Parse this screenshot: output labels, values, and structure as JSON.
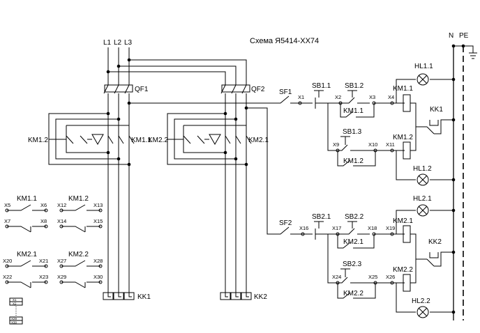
{
  "title": "Схема Я5414-ХХ74",
  "phases": [
    "L1",
    "L2",
    "L3"
  ],
  "neutral": "N",
  "protective_earth": "PE",
  "breakers": {
    "power_1": "QF1",
    "power_2": "QF2",
    "control_1": "SF1",
    "control_2": "SF2"
  },
  "contactors": {
    "km1_1": "KM1.1",
    "km1_2": "KM1.2",
    "km2_1": "KM2.1",
    "km2_2": "KM2.2"
  },
  "overload": {
    "kk1": "KK1",
    "kk2": "KK2"
  },
  "buttons": {
    "sb1_1": "SB1.1",
    "sb1_2": "SB1.2",
    "sb1_3": "SB1.3",
    "sb2_1": "SB2.1",
    "sb2_2": "SB2.2",
    "sb2_3": "SB2.3"
  },
  "lamps": {
    "hl1_1": "HL1.1",
    "hl1_2": "HL1.2",
    "hl2_1": "HL2.1",
    "hl2_2": "HL2.2"
  },
  "terminals": {
    "x1": "X1",
    "x2": "X2",
    "x3": "X3",
    "x4": "X4",
    "x5": "X5",
    "x6": "X6",
    "x7": "X7",
    "x8": "X8",
    "x9": "X9",
    "x10": "X10",
    "x11": "X11",
    "x12": "X12",
    "x13": "X13",
    "x14": "X14",
    "x15": "X15",
    "x16": "X16",
    "x17": "X17",
    "x18": "X18",
    "x19": "X19",
    "x20": "X20",
    "x21": "X21",
    "x22": "X22",
    "x23": "X23",
    "x24": "X24",
    "x25": "X25",
    "x26": "X26",
    "x27": "X27",
    "x28": "X28",
    "x29": "X29",
    "x30": "X30"
  }
}
